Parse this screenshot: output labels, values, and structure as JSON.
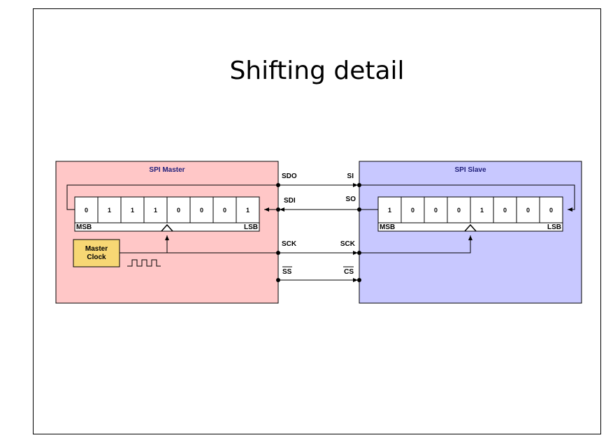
{
  "slide": {
    "title": "Shifting detail"
  },
  "master": {
    "title": "SPI Master",
    "bits": [
      "0",
      "1",
      "1",
      "1",
      "0",
      "0",
      "0",
      "1"
    ],
    "msb": "MSB",
    "lsb": "LSB",
    "clock_line1": "Master",
    "clock_line2": "Clock",
    "pins": [
      "SDO",
      "SDI",
      "SCK",
      "SS"
    ]
  },
  "slave": {
    "title": "SPI Slave",
    "bits": [
      "1",
      "0",
      "0",
      "0",
      "1",
      "0",
      "0",
      "0"
    ],
    "msb": "MSB",
    "lsb": "LSB",
    "pins": [
      "SI",
      "SO",
      "SCK",
      "CS"
    ]
  },
  "colors": {
    "master_fill": "#ffc7c7",
    "slave_fill": "#c8c8ff",
    "clock_fill": "#f7d774",
    "line": "#000000"
  }
}
